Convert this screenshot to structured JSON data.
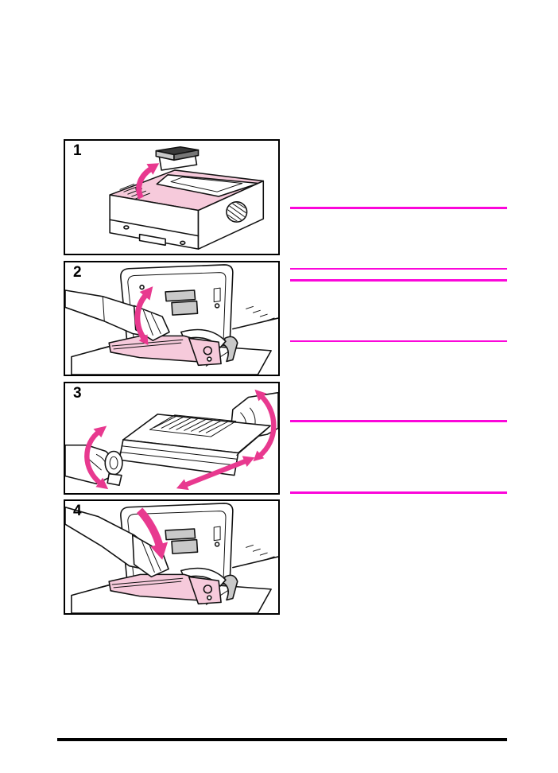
{
  "page": {
    "kind": "printer-manual-step-page"
  },
  "steps": [
    {
      "number": "1",
      "illustration": "open-printer-top-cover"
    },
    {
      "number": "2",
      "illustration": "lift-out-toner-cartridge"
    },
    {
      "number": "3",
      "illustration": "rock-toner-cartridge"
    },
    {
      "number": "4",
      "illustration": "insert-toner-cartridge"
    }
  ],
  "colors": {
    "note_rule": "#fb06da",
    "arrow": "#e8398f",
    "highlight": "#f6cadb",
    "outline": "#111111",
    "footer_rule": "#000000"
  }
}
